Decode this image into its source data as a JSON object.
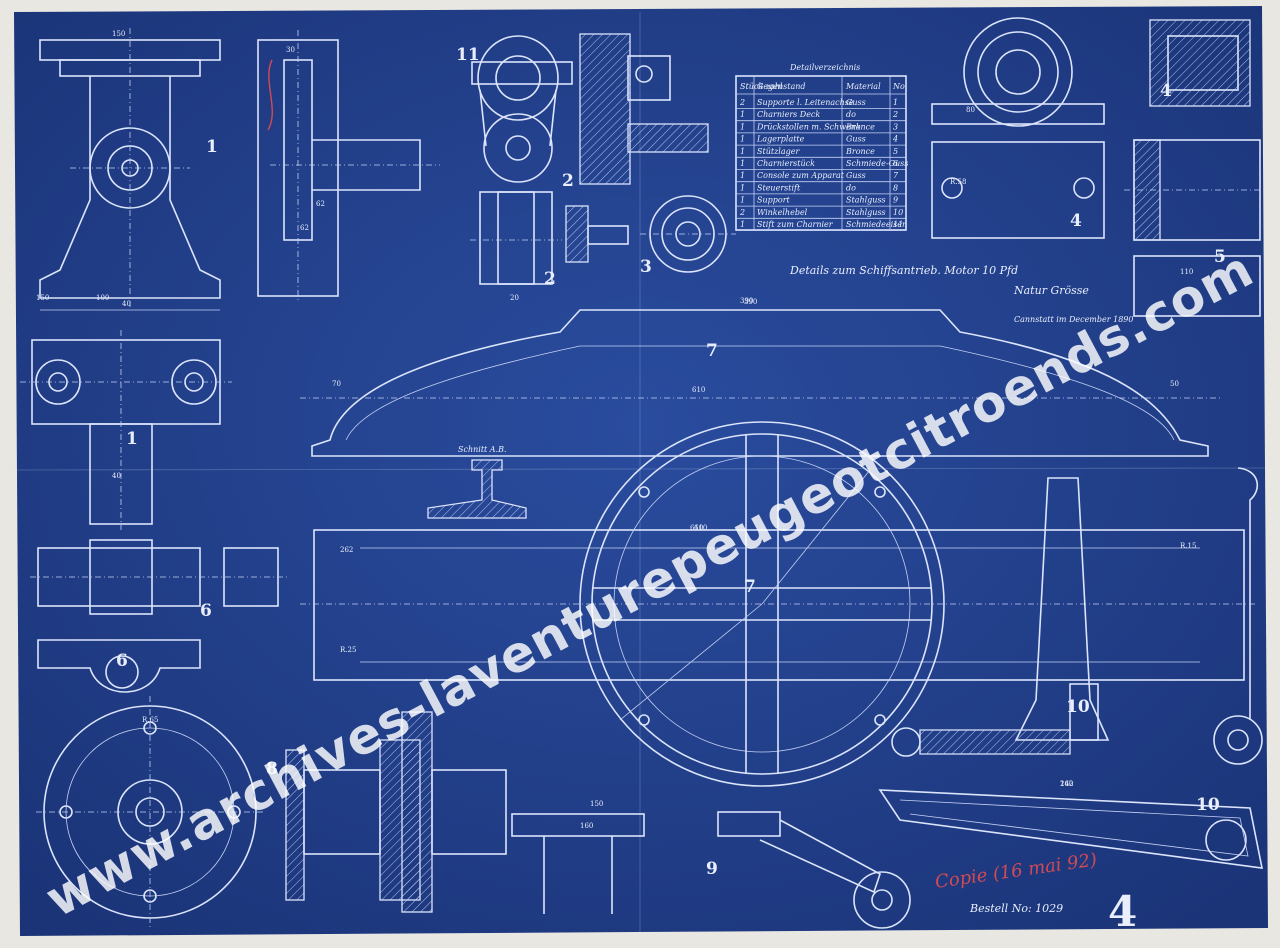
{
  "watermark": "www.archives-laventurepeugeotcitroends.com",
  "title": "Details zum Schiffsantrieb. Motor 10 Pfd",
  "scale": "Natur Grösse",
  "place_date": "Cannstatt im December 1890",
  "order_number": "Bestell No: 1029",
  "sheet_number": "4",
  "red_annotation": "Copie (16 mai 92)",
  "part_labels": [
    "1",
    "1",
    "2",
    "2",
    "3",
    "4",
    "4",
    "5",
    "6",
    "6",
    "7",
    "7",
    "8",
    "9",
    "10",
    "10",
    "11"
  ],
  "section_label": "Schnitt A.B.",
  "parts_list": {
    "heading": "Detailverzeichnis",
    "columns": [
      "Stück zahl",
      "Gegenstand",
      "Material",
      "No"
    ],
    "rows": [
      [
        "2",
        "Supporte l. Leitenachse",
        "Guss",
        "1"
      ],
      [
        "1",
        "Charniers Deck",
        "do",
        "2"
      ],
      [
        "1",
        "Drückstollen m. Schwenk",
        "Bronce",
        "3"
      ],
      [
        "1",
        "Lagerplatte",
        "Guss",
        "4"
      ],
      [
        "1",
        "Stützlager",
        "Bronce",
        "5"
      ],
      [
        "1",
        "Charnierstück",
        "Schmiede-Guss",
        "6"
      ],
      [
        "1",
        "Console zum Apparat",
        "Guss",
        "7"
      ],
      [
        "1",
        "Steuerstift",
        "do",
        "8"
      ],
      [
        "1",
        "Support",
        "Stahlguss",
        "9"
      ],
      [
        "2",
        "Winkelhebel",
        "Stahlguss",
        "10"
      ],
      [
        "1",
        "Stift zum Charnier",
        "Schmiedeeisen",
        "11"
      ]
    ]
  },
  "dimension_labels": [
    "150",
    "100",
    "62",
    "40",
    "30",
    "20",
    "610",
    "390",
    "70",
    "50",
    "80",
    "160",
    "110",
    "140",
    "262",
    "R.25",
    "R.15",
    "R.65",
    "R.58"
  ],
  "colors": {
    "paper": "#23418f",
    "ink": "#dbe4fb",
    "red_ink": "#d24a55",
    "margin": "#e9e7e2"
  }
}
